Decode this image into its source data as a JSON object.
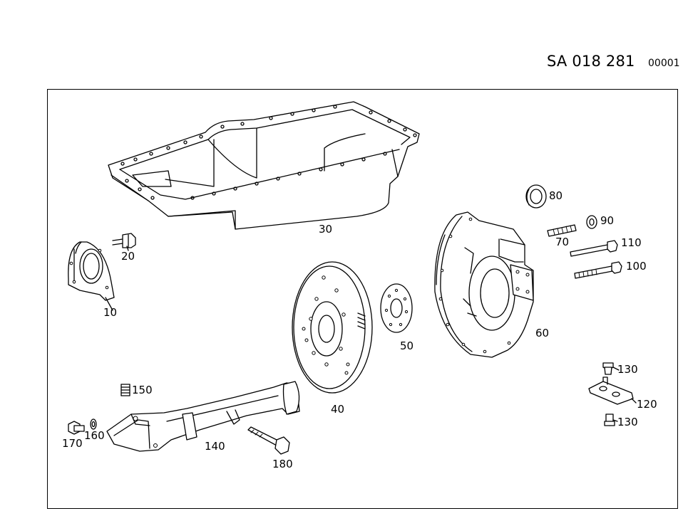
{
  "header": {
    "reference": "SA 018 281",
    "sheet": "00001"
  },
  "callouts": {
    "c10": "10",
    "c20": "20",
    "c30": "30",
    "c40": "40",
    "c50": "50",
    "c60": "60",
    "c70": "70",
    "c80": "80",
    "c90": "90",
    "c100": "100",
    "c110": "110",
    "c120": "120",
    "c130a": "130",
    "c130b": "130",
    "c140": "140",
    "c150": "150",
    "c160": "160",
    "c170": "170",
    "c180": "180"
  }
}
